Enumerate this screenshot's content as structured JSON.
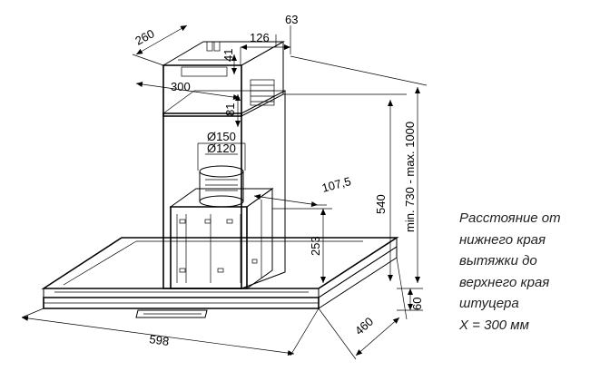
{
  "dimensions": {
    "depth_top": "260",
    "chimney_w": "126",
    "outlet_offset": "63",
    "cover_offset": "41",
    "bracket_w": "300",
    "cover_h": "81",
    "duct_outer": "Ø150",
    "duct_inner": "Ø120",
    "outlet_depth": "107,5",
    "body_h": "540",
    "chimney_range": "min. 730 - max. 1000",
    "lower_h": "253",
    "glass_h": "60",
    "width": "598",
    "depth": "460"
  },
  "caption": [
    "Расстояние от",
    "нижнего края",
    "вытяжки до",
    "верхнего края",
    "штуцера",
    "X = 300 мм"
  ]
}
